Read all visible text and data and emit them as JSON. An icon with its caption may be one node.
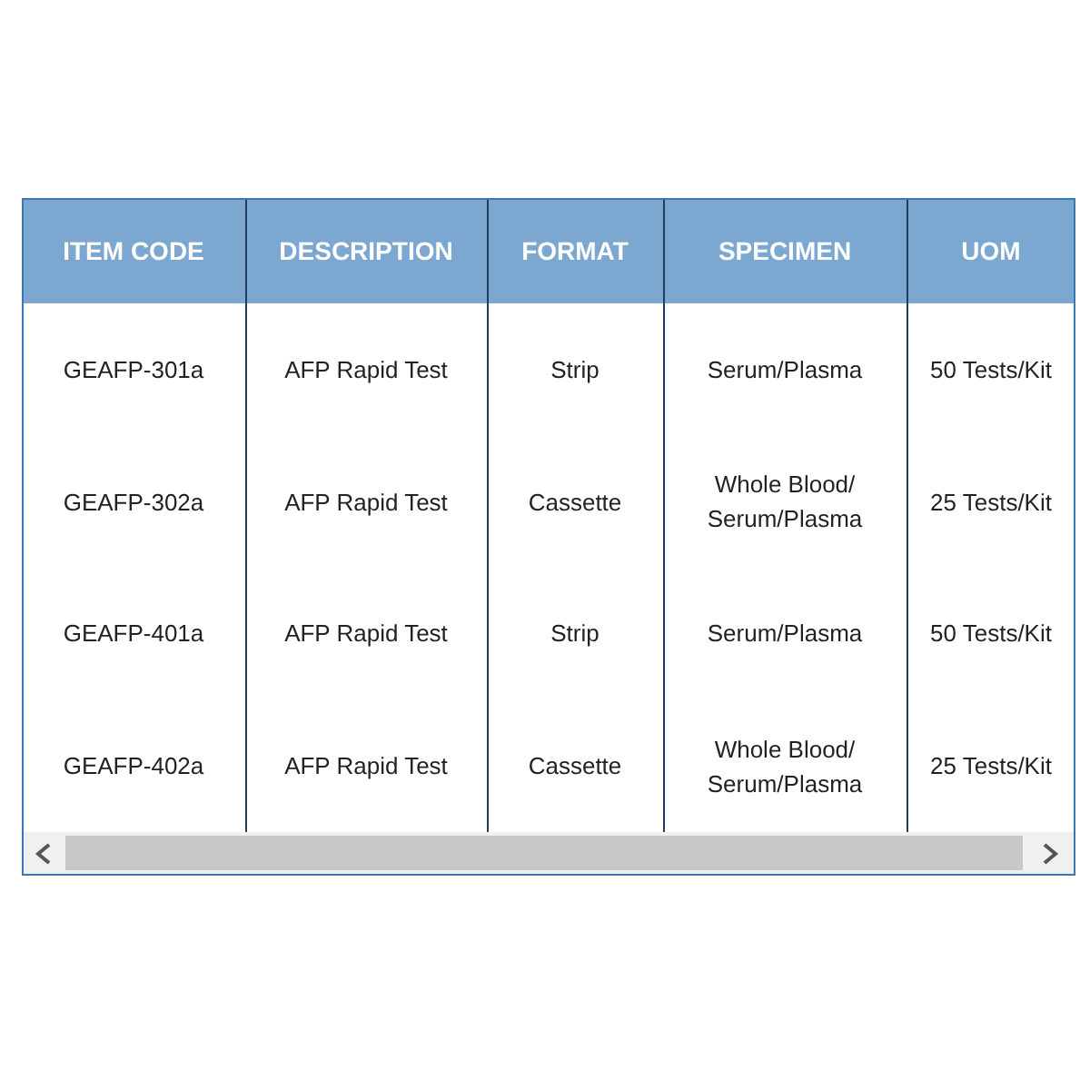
{
  "diagram": {
    "labels": [
      "ITEM CODE",
      "DESCRIPTION",
      "FORMAT",
      "SPECIMEN",
      "UOM",
      "GEAFP-301a",
      "AFP Rapid Test",
      "Strip",
      "Serum/Plasma",
      "50 Tests/Kit",
      "GEAFP-302a",
      "AFP Rapid Test",
      "Cassette",
      "Whole Blood/ Serum/Plasma",
      "25 Tests/Kit",
      "GEAFP-401a",
      "AFP Rapid Test",
      "Strip",
      "Serum/Plasma",
      "50 Tests/Kit",
      "GEAFP-402a",
      "AFP Rapid Test",
      "Cassette",
      "Whole Blood/ Serum/Plasma",
      "25 Tests/Kit"
    ]
  }
}
